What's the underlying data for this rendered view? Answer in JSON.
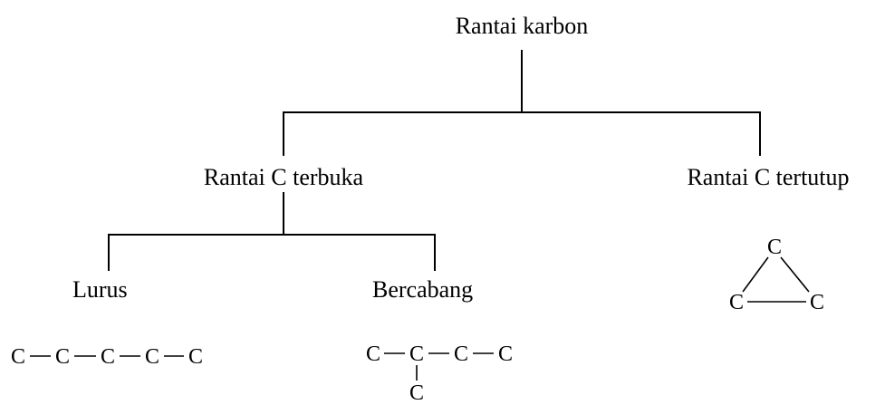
{
  "diagram": {
    "root": {
      "label": "Rantai karbon"
    },
    "open_chain": {
      "label": "Rantai C terbuka"
    },
    "closed_chain": {
      "label": "Rantai C tertutup"
    },
    "straight": {
      "label": "Lurus"
    },
    "branched": {
      "label": "Bercabang"
    }
  },
  "structures": {
    "straight_chain": {
      "atoms": [
        "C",
        "C",
        "C",
        "C",
        "C"
      ]
    },
    "branched_chain": {
      "main_atoms": [
        "C",
        "C",
        "C",
        "C"
      ],
      "branch_atom": "C"
    },
    "ring": {
      "atoms": [
        "C",
        "C",
        "C"
      ]
    }
  },
  "colors": {
    "ink": "#000000",
    "background": "#ffffff"
  }
}
